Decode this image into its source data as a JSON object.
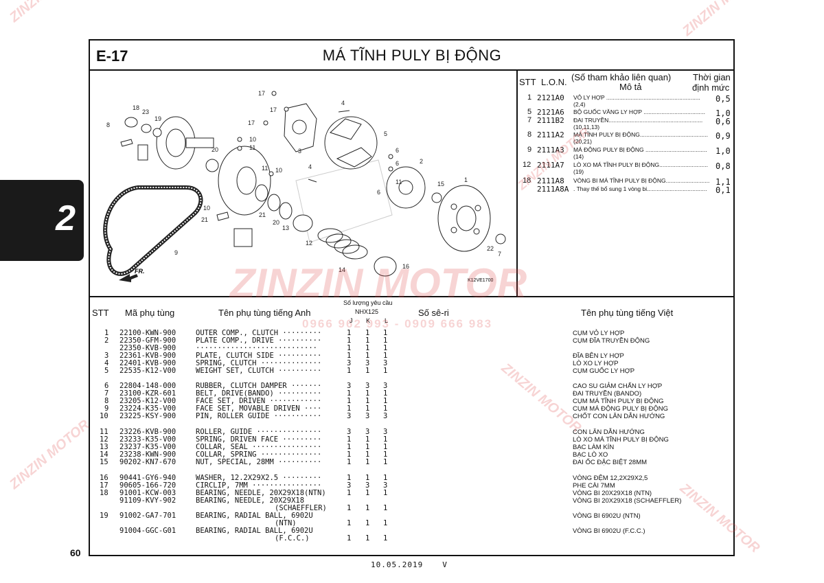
{
  "section": {
    "code": "E-17",
    "title": "MÁ TĨNH PULY BỊ ĐỘNG",
    "tab_number": "2"
  },
  "labor": {
    "headers": {
      "stt": "STT",
      "lon": "L.O.N.",
      "desc_ref": "(Số tham khảo liên quan)",
      "desc": "Mô tả",
      "time_1": "Thời gian",
      "time_2": "định mức"
    },
    "rows": [
      {
        "stt": "1",
        "lon": "2121A0",
        "desc": "VỎ LY HỢP ..........................................................",
        "ref": "(2,4)",
        "time": "0,5"
      },
      {
        "stt": "5",
        "lon": "2121A6",
        "desc": "BỘ GUỐC VĂNG LY HỢP ......................................",
        "ref": "",
        "time": "1,0"
      },
      {
        "stt": "7",
        "lon": "2111B2",
        "desc": "ĐAI TRUYỀN..........................................................",
        "ref": "(10,11,13)",
        "time": "0,6"
      },
      {
        "stt": "8",
        "lon": "2111A2",
        "desc": "MÁ TĨNH PULY BỊ ĐỘNG..........................................",
        "ref": "(20,21)",
        "time": "0,9"
      },
      {
        "stt": "9",
        "lon": "2111A3",
        "desc": "MÁ ĐỘNG PULY BỊ ĐỘNG ......................................",
        "ref": "(14)",
        "time": "1,0"
      },
      {
        "stt": "12",
        "lon": "2111A7",
        "desc": "LÒ XO MÁ TĨNH PULY BỊ ĐỘNG..............................",
        "ref": "(19)",
        "time": "0,8"
      },
      {
        "stt": "18",
        "lon": "2111A8",
        "desc": "VÒNG BI MÁ TĨNH PULY BỊ ĐỘNG...........................",
        "ref": "",
        "time": "1,1"
      },
      {
        "stt": "",
        "lon": "2111A8A",
        "desc": ". Thay thế bổ sung 1 vòng bi.....................................",
        "ref": "",
        "time": "0,1"
      }
    ]
  },
  "diagram": {
    "ref_code": "K12VE1700",
    "fr_label": "FR.",
    "callouts": [
      "17",
      "17",
      "17",
      "4",
      "5",
      "3",
      "18",
      "23",
      "19",
      "8",
      "10",
      "11",
      "20",
      "6",
      "6",
      "2",
      "15",
      "1",
      "11",
      "10",
      "4",
      "6",
      "11",
      "10",
      "21",
      "21",
      "20",
      "13",
      "12",
      "14",
      "16",
      "22",
      "7",
      "9"
    ],
    "watermark": "ZINZIN MOTOR",
    "watermark_phone": "0966 962 993 - 0909 666 983"
  },
  "parts": {
    "headers": {
      "stt": "STT",
      "code": "Mã phụ tùng",
      "name_en": "Tên phụ tùng tiếng Anh",
      "qty_title": "Số lượng yêu cầu",
      "model": "NHX125",
      "col_j": "J",
      "col_k": "K",
      "col_l": "L",
      "serial": "Số sê-ri",
      "name_vn": "Tên phụ tùng tiếng Việt"
    },
    "rows": [
      {
        "stt": "1",
        "code": "22100-KWN-900",
        "en": "OUTER COMP., CLUTCH ·········",
        "j": "1",
        "k": "1",
        "l": "1",
        "vn": "CỤM VỎ LY HỢP"
      },
      {
        "stt": "2",
        "code": "22350-GFM-900",
        "en": "PLATE COMP., DRIVE ··········",
        "j": "1",
        "k": "1",
        "l": "1",
        "vn": "CỤM ĐĨA TRUYỀN ĐỘNG"
      },
      {
        "stt": "",
        "code": "22350-KVB-900",
        "en": "····························",
        "j": "1",
        "k": "1",
        "l": "1",
        "vn": ""
      },
      {
        "stt": "3",
        "code": "22361-KVB-900",
        "en": "PLATE, CLUTCH SIDE ··········",
        "j": "1",
        "k": "1",
        "l": "1",
        "vn": "ĐĨA BÊN LY HỢP"
      },
      {
        "stt": "4",
        "code": "22401-KVB-900",
        "en": "SPRING, CLUTCH ··············",
        "j": "3",
        "k": "3",
        "l": "3",
        "vn": "LÒ XO LY HỢP"
      },
      {
        "stt": "5",
        "code": "22535-K12-V00",
        "en": "WEIGHT SET, CLUTCH ··········",
        "j": "1",
        "k": "1",
        "l": "1",
        "vn": "CỤM GUỐC LY HỢP"
      },
      {
        "stt": "6",
        "code": "22804-148-000",
        "en": "RUBBER, CLUTCH DAMPER ·······",
        "j": "3",
        "k": "3",
        "l": "3",
        "vn": "CAO SU GIẢM CHẤN LY HỢP"
      },
      {
        "stt": "7",
        "code": "23100-KZR-601",
        "en": "BELT, DRIVE(BANDO) ··········",
        "j": "1",
        "k": "1",
        "l": "1",
        "vn": "ĐAI TRUYỀN (BANDO)"
      },
      {
        "stt": "8",
        "code": "23205-K12-V00",
        "en": "FACE SET, DRIVEN ············",
        "j": "1",
        "k": "1",
        "l": "1",
        "vn": "CỤM MÁ TĨNH PULY BỊ ĐỘNG"
      },
      {
        "stt": "9",
        "code": "23224-K35-V00",
        "en": "FACE SET, MOVABLE DRIVEN ····",
        "j": "1",
        "k": "1",
        "l": "1",
        "vn": "CỤM MÁ ĐỘNG PULY BỊ ĐỘNG"
      },
      {
        "stt": "10",
        "code": "23225-KSY-900",
        "en": "PIN, ROLLER GUIDE ···········",
        "j": "3",
        "k": "3",
        "l": "3",
        "vn": "CHỐT CON LĂN DẪN HƯỚNG"
      },
      {
        "stt": "11",
        "code": "23226-KVB-900",
        "en": "ROLLER, GUIDE ···············",
        "j": "3",
        "k": "3",
        "l": "3",
        "vn": "CON LĂN DẪN HƯỚNG"
      },
      {
        "stt": "12",
        "code": "23233-K35-V00",
        "en": "SPRING, DRIVEN FACE ·········",
        "j": "1",
        "k": "1",
        "l": "1",
        "vn": "LÒ XO MÁ TĨNH PULY BỊ ĐỘNG"
      },
      {
        "stt": "13",
        "code": "23237-K35-V00",
        "en": "COLLAR, SEAL ················",
        "j": "1",
        "k": "1",
        "l": "1",
        "vn": "BẠC LÀM KÍN"
      },
      {
        "stt": "14",
        "code": "23238-KWN-900",
        "en": "COLLAR, SPRING ··············",
        "j": "1",
        "k": "1",
        "l": "1",
        "vn": "BẠC LÒ XO"
      },
      {
        "stt": "15",
        "code": "90202-KN7-670",
        "en": "NUT, SPECIAL, 28MM ··········",
        "j": "1",
        "k": "1",
        "l": "1",
        "vn": "ĐAI ỐC ĐẶC BIỆT 28MM"
      },
      {
        "stt": "16",
        "code": "90441-GY6-940",
        "en": "WASHER, 12.2X29X2.5 ·········",
        "j": "1",
        "k": "1",
        "l": "1",
        "vn": "VÒNG ĐỆM 12,2X29X2,5"
      },
      {
        "stt": "17",
        "code": "90605-166-720",
        "en": "CIRCLIP, 7MM ················",
        "j": "3",
        "k": "3",
        "l": "3",
        "vn": "PHE CÀI 7MM"
      },
      {
        "stt": "18",
        "code": "91001-KCW-003",
        "en": "BEARING, NEEDLE, 20X29X18(NTN)",
        "j": "1",
        "k": "1",
        "l": "1",
        "vn": "VÒNG BI 20X29X18 (NTN)"
      },
      {
        "stt": "",
        "code": "91109-KVY-902",
        "en": "BEARING, NEEDLE, 20X29X18",
        "en2": "(SCHAEFFLER)",
        "j": "1",
        "k": "1",
        "l": "1",
        "vn": "VÒNG BI 20X29X18 (SCHAEFFLER)"
      },
      {
        "stt": "19",
        "code": "91002-GA7-701",
        "en": "BEARING, RADIAL BALL, 6902U",
        "en2": "(NTN)",
        "j": "1",
        "k": "1",
        "l": "1",
        "vn": "VÒNG BI 6902U (NTN)"
      },
      {
        "stt": "",
        "code": "91004-GGC-G01",
        "en": "BEARING, RADIAL BALL, 6902U",
        "en2": "(F.C.C.)",
        "j": "1",
        "k": "1",
        "l": "1",
        "vn": "VÒNG BI 6902U (F.C.C.)"
      }
    ]
  },
  "footer": {
    "page": "60",
    "date": "10.05.2019",
    "version": "V"
  }
}
